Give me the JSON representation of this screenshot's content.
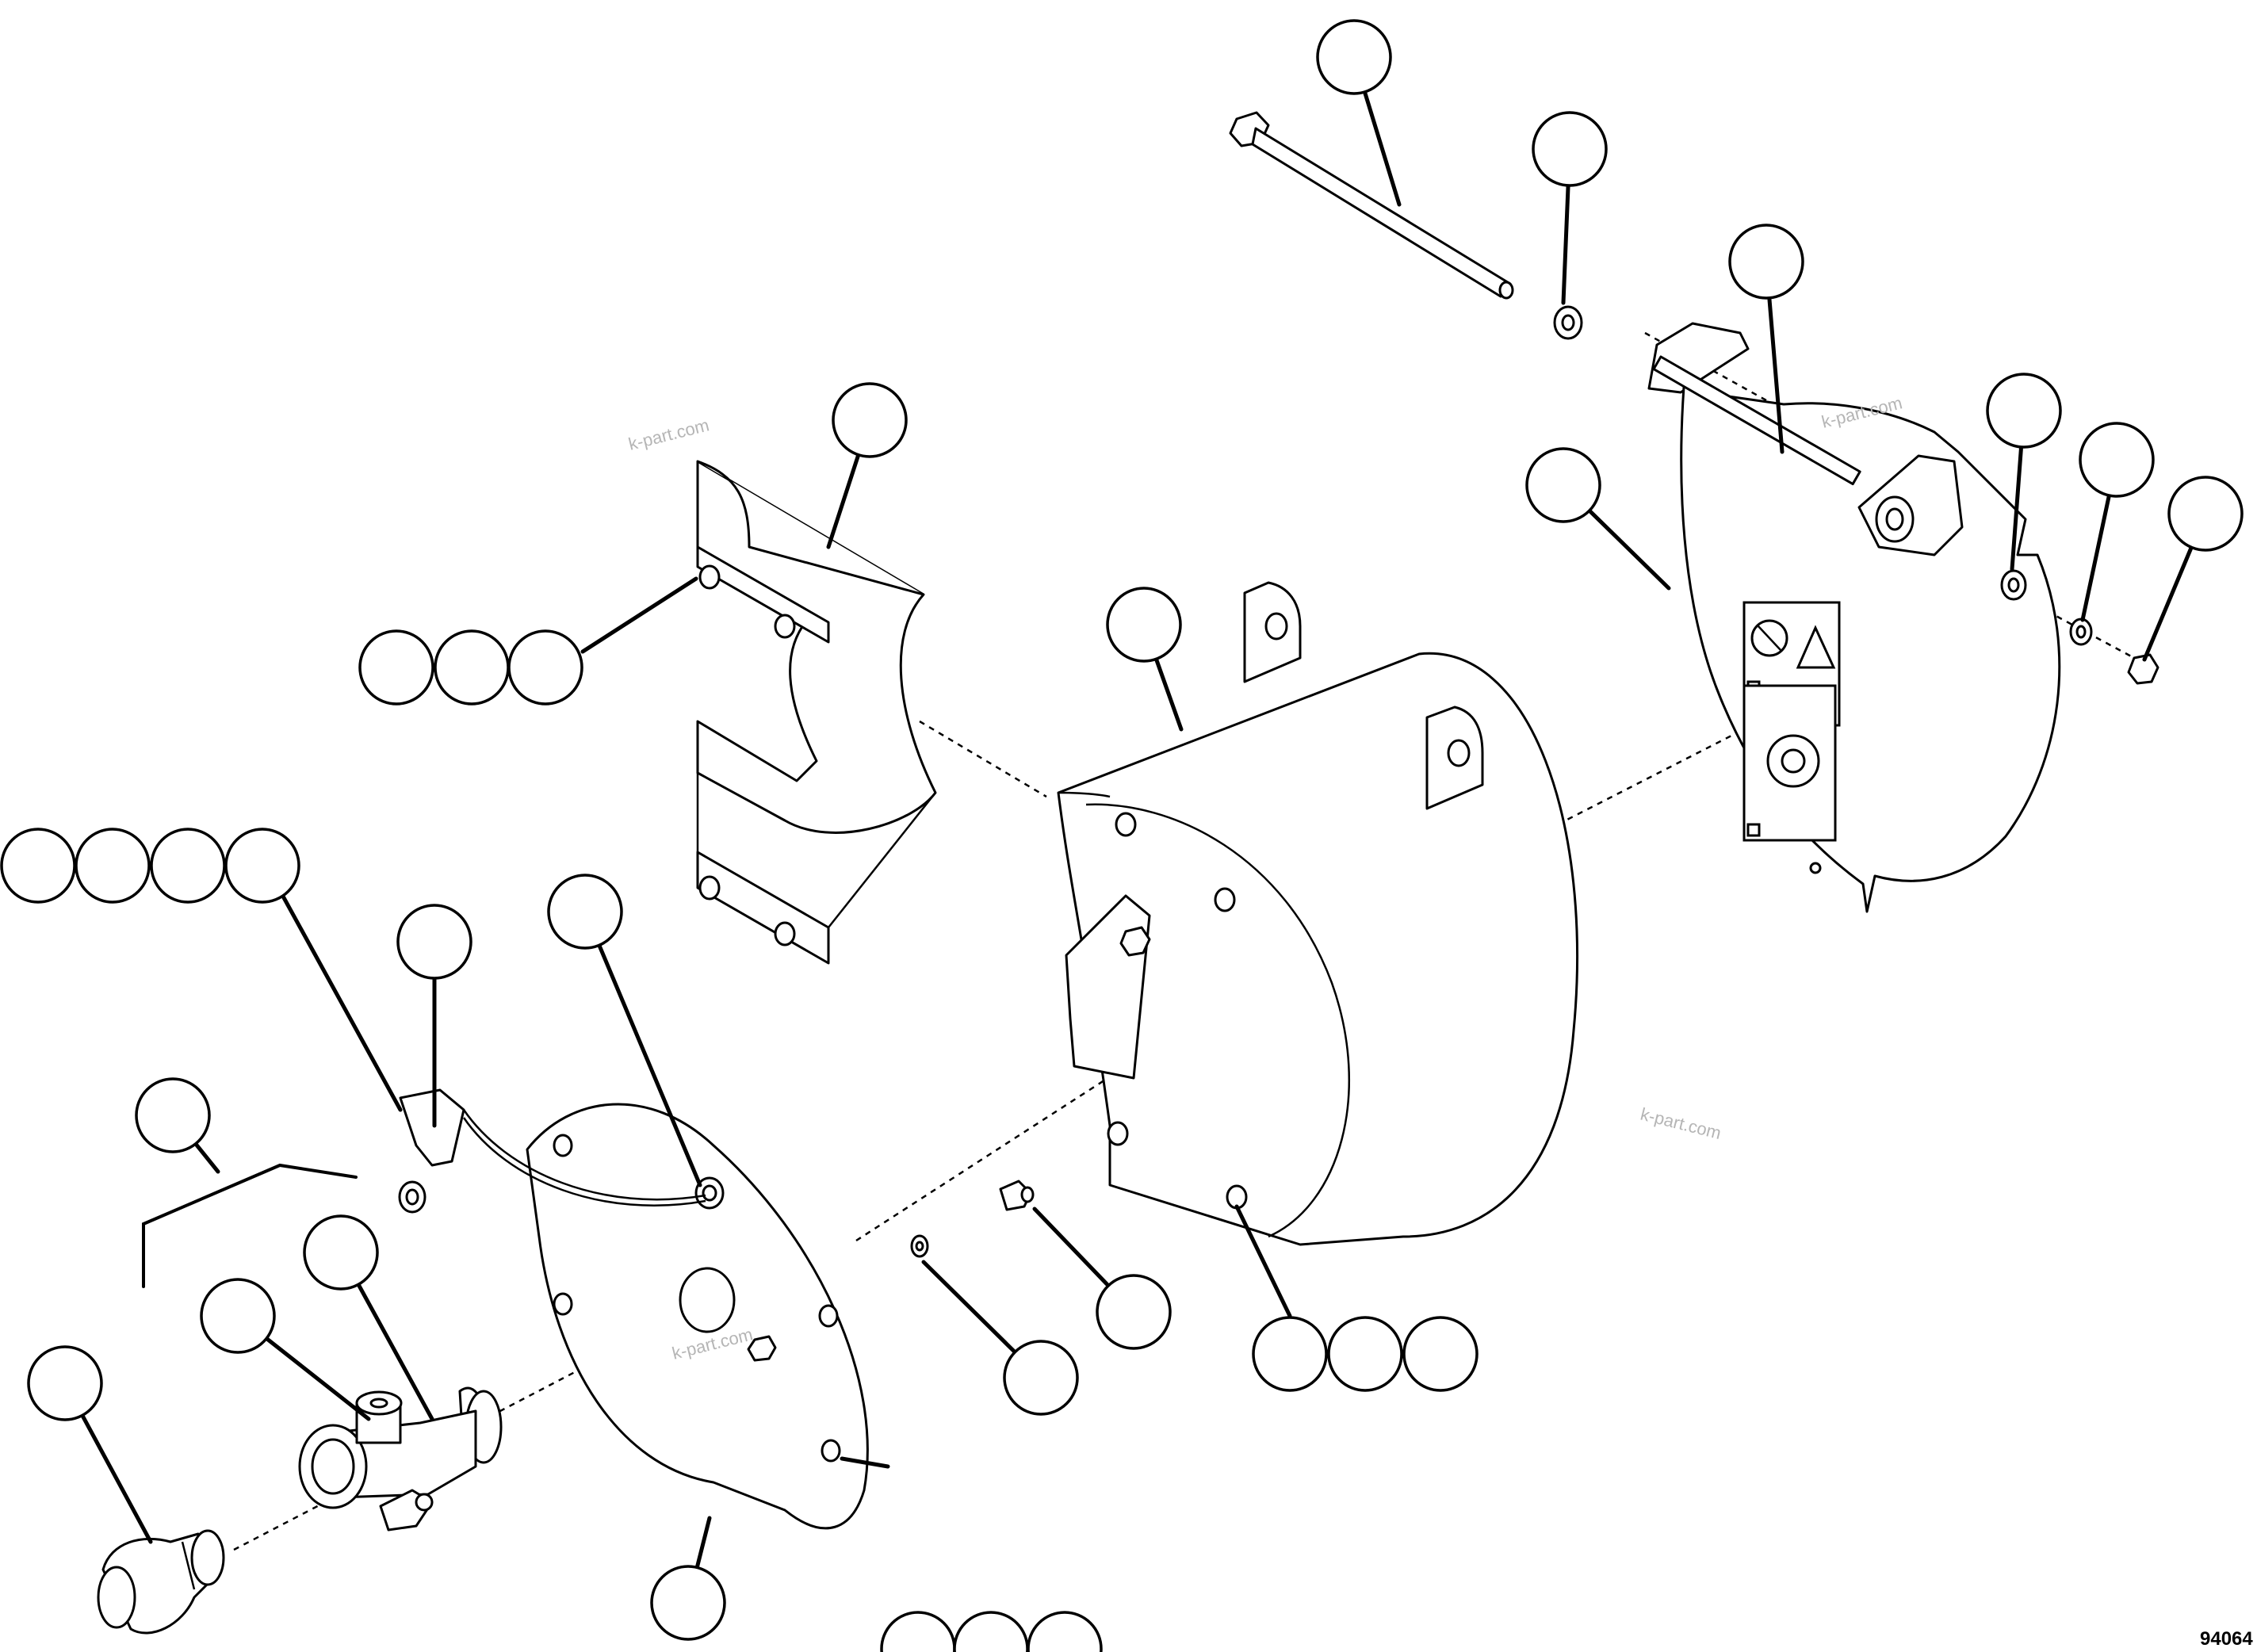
{
  "figure_number": "94064",
  "watermarks": [
    "k-part.com",
    "k-part.com",
    "k-part.com",
    "k-part.com"
  ],
  "callouts": [
    {
      "id": "c01",
      "label": ""
    },
    {
      "id": "c02",
      "label": ""
    },
    {
      "id": "c03",
      "label": ""
    },
    {
      "id": "c04",
      "label": ""
    },
    {
      "id": "c05",
      "label": ""
    },
    {
      "id": "c06",
      "label": ""
    },
    {
      "id": "c07",
      "label": ""
    },
    {
      "id": "c08",
      "label": ""
    },
    {
      "id": "c09",
      "label": ""
    },
    {
      "id": "c10",
      "label": ""
    },
    {
      "id": "c11",
      "label": ""
    },
    {
      "id": "c12",
      "label": ""
    },
    {
      "id": "c13",
      "label": ""
    },
    {
      "id": "c14",
      "label": ""
    },
    {
      "id": "c15",
      "label": ""
    },
    {
      "id": "c16",
      "label": ""
    },
    {
      "id": "c17",
      "label": ""
    },
    {
      "id": "c18",
      "label": ""
    },
    {
      "id": "c19",
      "label": ""
    },
    {
      "id": "c20",
      "label": ""
    },
    {
      "id": "c21",
      "label": ""
    },
    {
      "id": "c22",
      "label": ""
    },
    {
      "id": "c23",
      "label": ""
    },
    {
      "id": "c24",
      "label": ""
    },
    {
      "id": "c25",
      "label": ""
    },
    {
      "id": "c26",
      "label": ""
    },
    {
      "id": "c27",
      "label": ""
    },
    {
      "id": "c28",
      "label": ""
    },
    {
      "id": "c29",
      "label": ""
    },
    {
      "id": "c30",
      "label": ""
    },
    {
      "id": "c31",
      "label": ""
    },
    {
      "id": "c32",
      "label": ""
    },
    {
      "id": "c33",
      "label": ""
    }
  ]
}
